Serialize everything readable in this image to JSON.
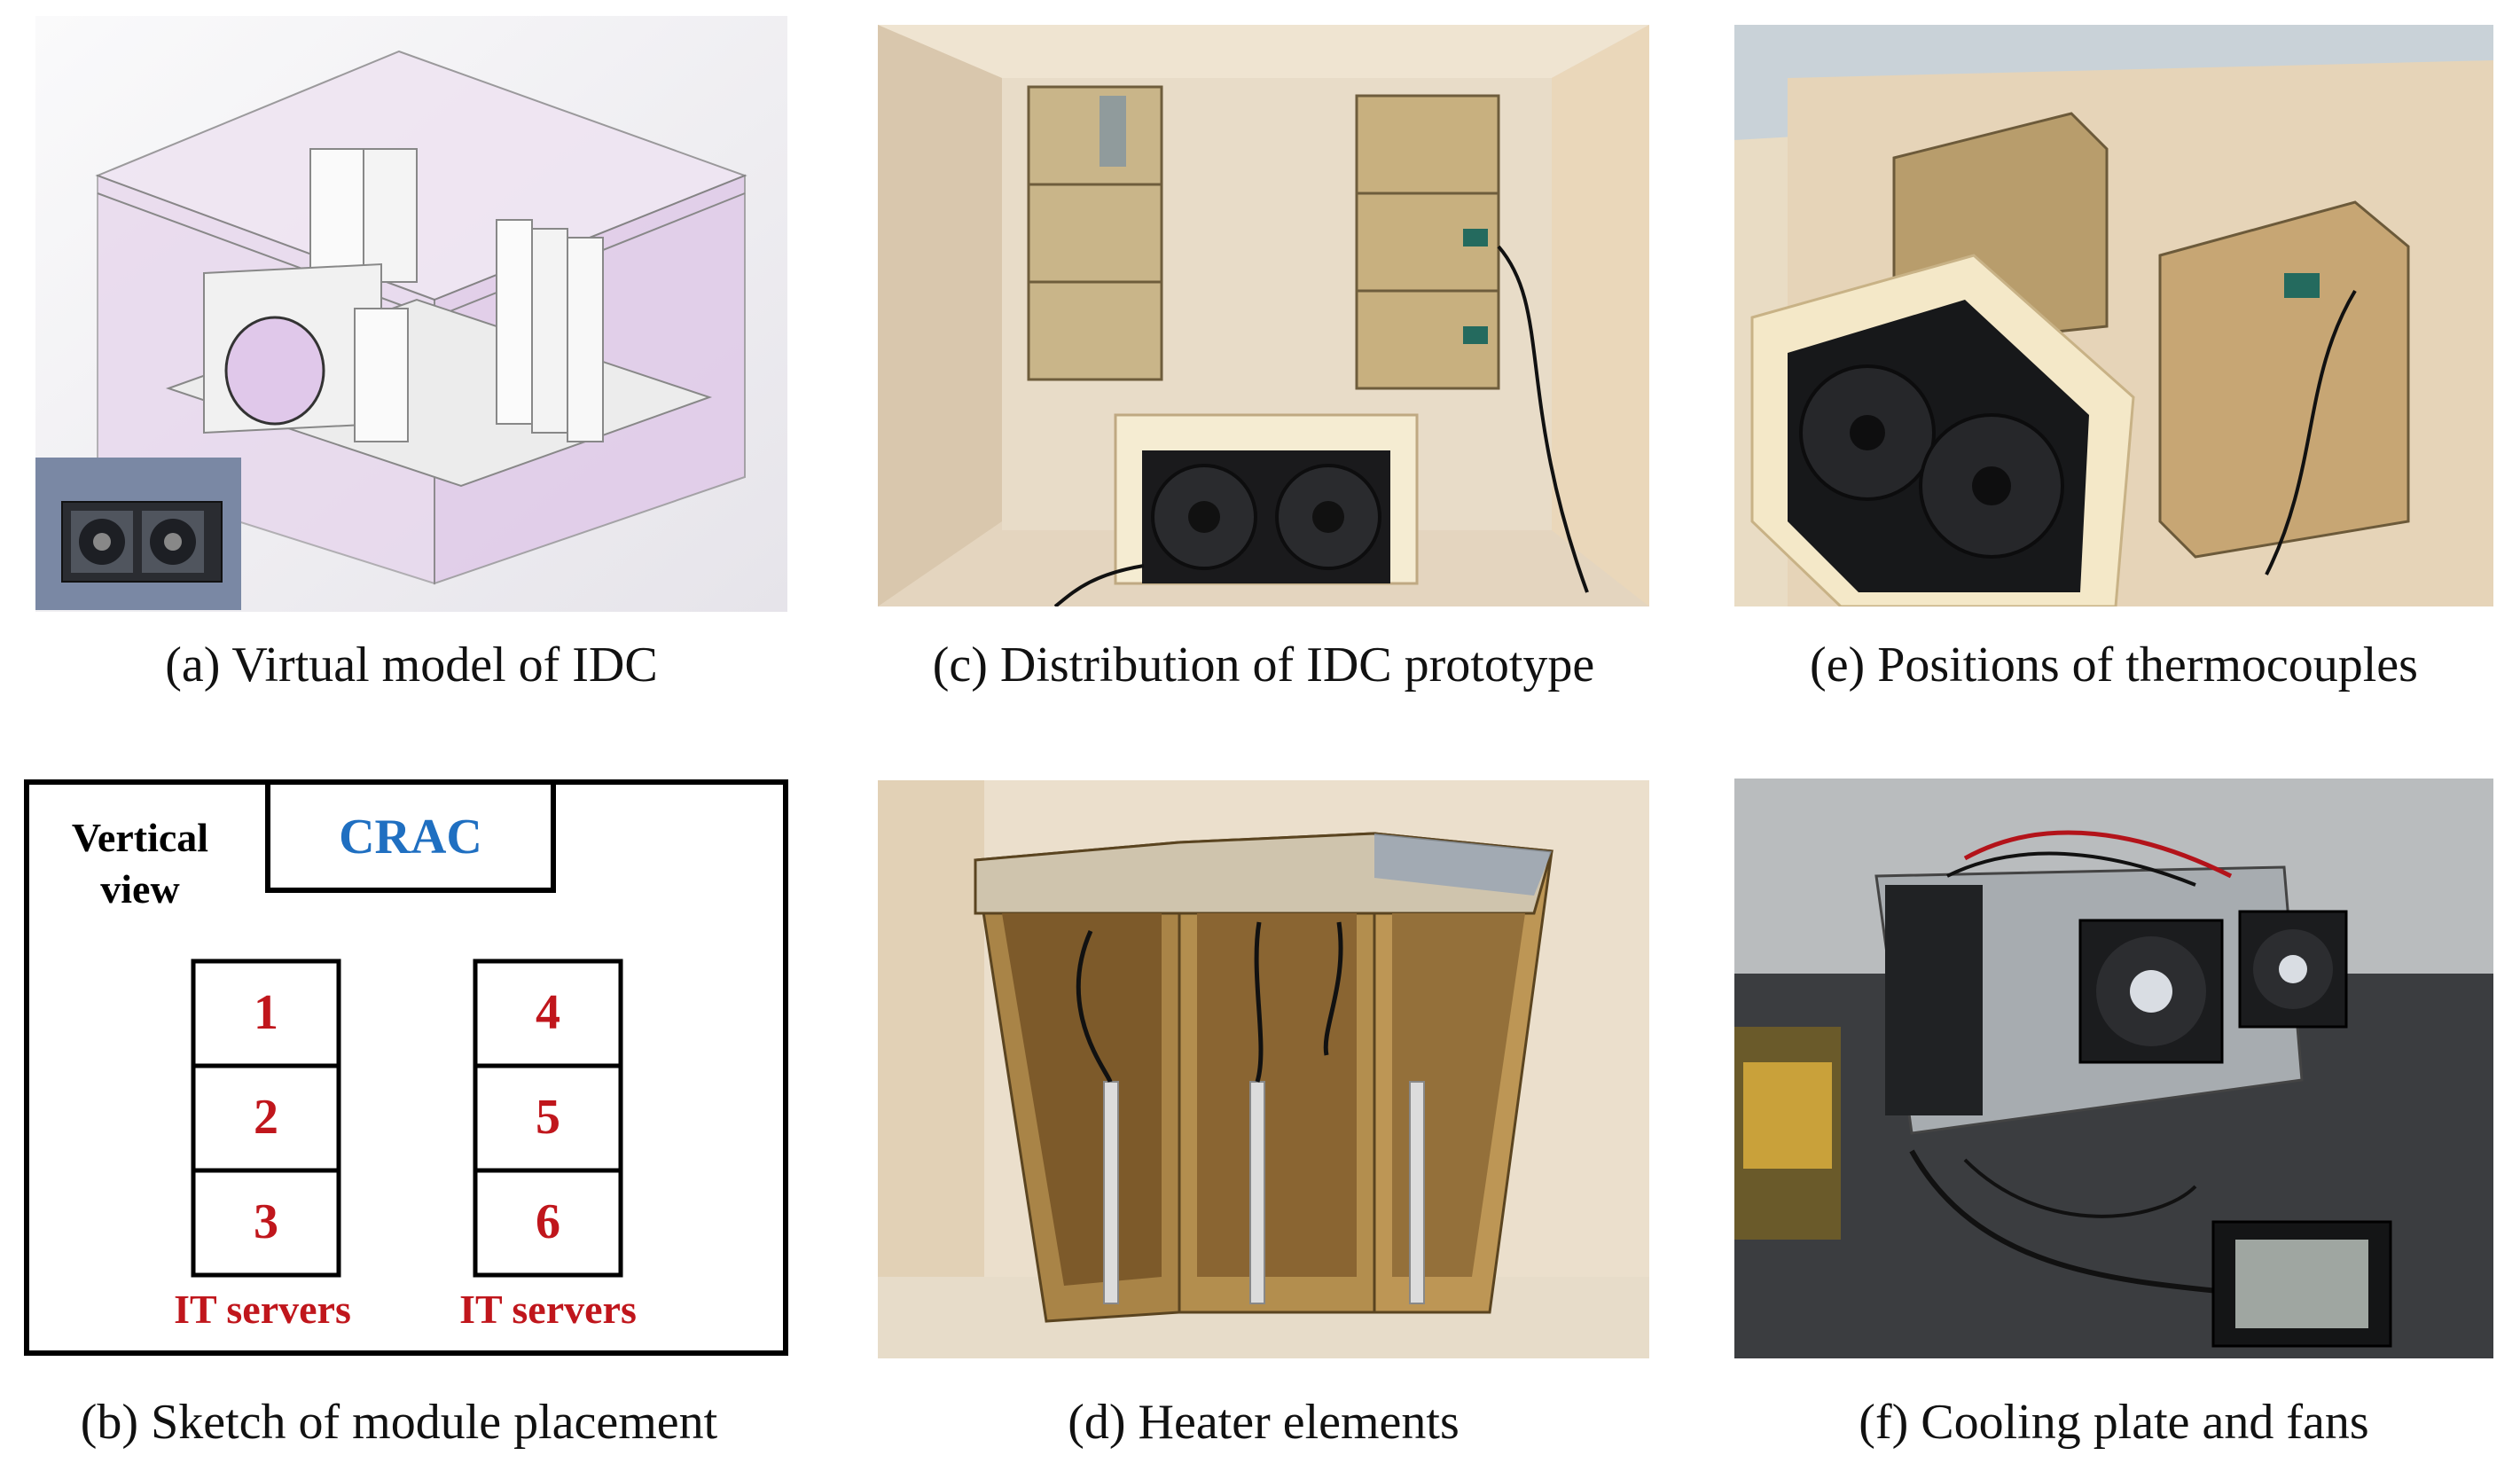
{
  "panels": {
    "a": {
      "caption": "(a) Virtual model of IDC"
    },
    "b": {
      "caption": "(b) Sketch of module placement",
      "view_label_line1": "Vertical",
      "view_label_line2": "view",
      "crac_label": "CRAC",
      "servers_left": [
        "1",
        "2",
        "3"
      ],
      "servers_right": [
        "4",
        "5",
        "6"
      ],
      "group_label_left": "IT servers",
      "group_label_right": "IT servers",
      "colors": {
        "crac": "#1f6fc1",
        "servers": "#c0161c",
        "frame": "#000000"
      }
    },
    "c": {
      "caption": "(c) Distribution of IDC prototype"
    },
    "d": {
      "caption": "(d) Heater elements"
    },
    "e": {
      "caption": "(e) Positions of thermocouples"
    },
    "f": {
      "caption": "(f) Cooling plate and fans"
    }
  }
}
